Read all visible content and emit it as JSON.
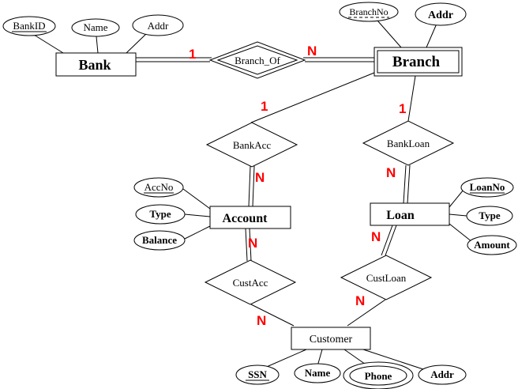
{
  "entities": {
    "bank": "Bank",
    "branch": "Branch",
    "account": "Account",
    "loan": "Loan",
    "customer": "Customer"
  },
  "relationships": {
    "branch_of": "Branch_Of",
    "bankacc": "BankAcc",
    "bankloan": "BankLoan",
    "custacc": "CustAcc",
    "custloan": "CustLoan"
  },
  "attributes": {
    "bank": {
      "id": "BankID",
      "name": "Name",
      "addr": "Addr"
    },
    "branch": {
      "no": "BranchNo",
      "addr": "Addr"
    },
    "account": {
      "no": "AccNo",
      "type": "Type",
      "balance": "Balance"
    },
    "loan": {
      "no": "LoanNo",
      "type": "Type",
      "amount": "Amount"
    },
    "customer": {
      "ssn": "SSN",
      "name": "Name",
      "phone": "Phone",
      "addr": "Addr"
    }
  },
  "cardinalities": {
    "bank_branchof": "1",
    "branch_branchof": "N",
    "branch_bankacc": "1",
    "branch_bankloan": "1",
    "account_bankacc": "N",
    "loan_bankloan": "N",
    "account_custacc": "N",
    "loan_custloan": "N",
    "customer_custloan": "N",
    "customer_custacc": "N"
  },
  "colors": {
    "line": "#000000",
    "cardinality": "#ff0000",
    "background": "#ffffff"
  }
}
